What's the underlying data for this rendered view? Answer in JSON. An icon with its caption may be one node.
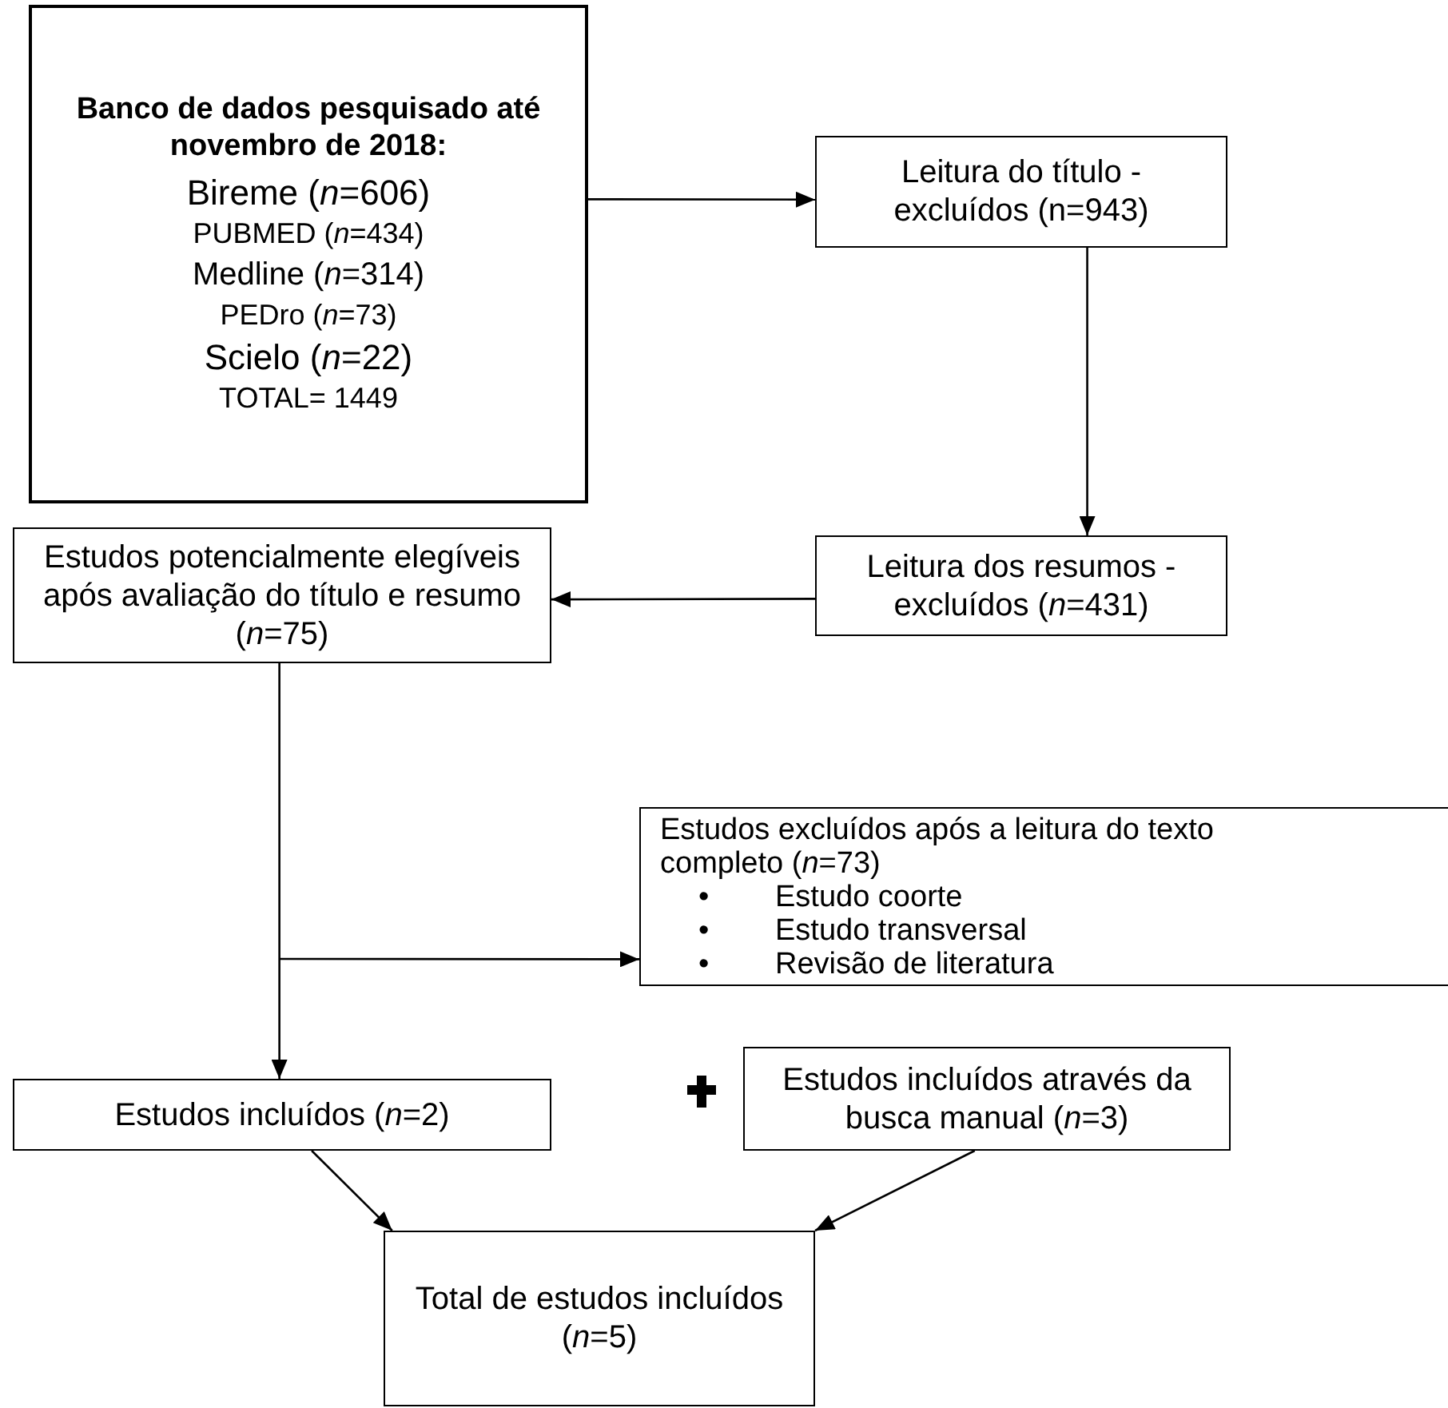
{
  "diagram": {
    "nodes": [
      {
        "text": [
          "Banco de dados pesquisado até novembro de 2018:",
          "Bireme (*n*=606)",
          "PUBMED (*n*=434)",
          "Medline (*n*=314)",
          "PEDro (*n*=73)",
          "Scielo (*n*=22)",
          "TOTAL= 1449"
        ]
      },
      {
        "text": [
          "Leitura do título - excluídos (n=943)"
        ]
      },
      {
        "text": [
          "Estudos potencialmente elegíveis após avaliação do título e resumo (*n*=75)"
        ]
      },
      {
        "text": [
          "Leitura dos resumos - excluídos (*n*=431)"
        ]
      },
      {
        "text": [
          "Estudos excluídos após a leitura do texto completo (*n*=73)",
          "Estudo coorte",
          "Estudo transversal",
          "Revisão de literatura"
        ]
      },
      {
        "text": [
          "Estudos incluídos (*n*=2)"
        ]
      },
      {
        "text": [
          "Estudos incluídos através da busca manual (*n*=3)"
        ]
      },
      {
        "text": [
          "Total de estudos incluídos (*n*=5)"
        ]
      }
    ],
    "edges": [
      {
        "from": 0,
        "to": 1,
        "arrow": "to"
      },
      {
        "from": 1,
        "to": 3,
        "arrow": "to"
      },
      {
        "from": 3,
        "to": 2,
        "arrow": "to"
      },
      {
        "from": 2,
        "to": 5,
        "arrow": "to"
      },
      {
        "from": null,
        "to": 4,
        "arrow": "to"
      },
      {
        "from": 5,
        "to": 7,
        "arrow": "to"
      },
      {
        "from": 6,
        "to": 7,
        "arrow": "to"
      }
    ],
    "labels": [
      "•",
      "•",
      "•"
    ]
  }
}
